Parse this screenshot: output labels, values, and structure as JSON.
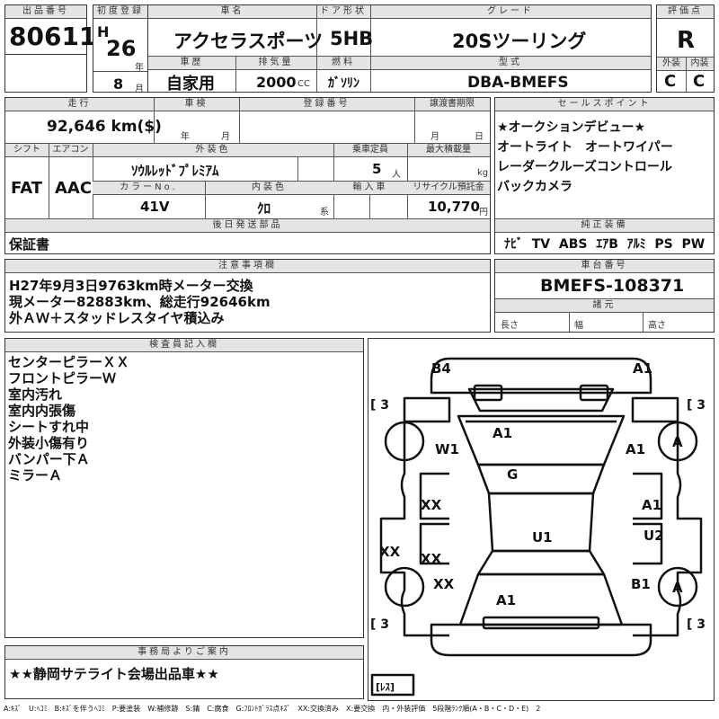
{
  "top": {
    "lot_label": "出品番号",
    "lot_number": "80611",
    "first_reg_label": "初度登録",
    "era": "H",
    "year": "26",
    "year_unit": "年",
    "month": "8",
    "month_unit": "月",
    "car_name_label": "車名",
    "car_name": "アクセラスポーツ",
    "door_label": "ドア形状",
    "door": "5HB",
    "grade_label": "グレード",
    "grade": "20Sツーリング",
    "score_label": "評価点",
    "score": "R",
    "history_label": "車歴",
    "history": "自家用",
    "displacement_label": "排気量",
    "displacement": "2000",
    "displacement_unit": "CC",
    "fuel_label": "燃料",
    "fuel": "ｶﾞｿﾘﾝ",
    "model_label": "型式",
    "model": "DBA-BMEFS",
    "exterior_label": "外装",
    "exterior_grade": "C",
    "interior_label": "内装",
    "interior_grade": "C"
  },
  "mid": {
    "mileage_label": "走行",
    "mileage": "92,646 km($)",
    "inspection_label": "車検",
    "inspection_year_unit": "年",
    "inspection_month_unit": "月",
    "plate_label": "登録番号",
    "transfer_label": "譲渡書期限",
    "transfer_month_unit": "月",
    "transfer_day_unit": "日",
    "shift_label": "シフト",
    "shift": "FAT",
    "ac_label": "エアコン",
    "ac": "AAC",
    "ext_color_label": "外装色",
    "ext_color": "ｿｳﾙﾚｯﾄﾞﾌﾟﾚﾐｱﾑ",
    "color_no_label": "カラーNo.",
    "color_no": "41V",
    "int_color_label": "内装色",
    "int_color": "ｸﾛ",
    "int_color_unit": "系",
    "capacity_label": "乗車定員",
    "capacity": "5",
    "capacity_unit": "人",
    "load_label": "最大積載量",
    "load_unit": "kg",
    "import_label": "輸入車",
    "recycle_label": "リサイクル預託金",
    "recycle": "10,770",
    "recycle_unit": "円",
    "later_label": "後日発送部品",
    "later_items": "保証書",
    "sales_label": "セールスポイント",
    "sales_points": [
      "★オークションデビュー★",
      "オートライト　オートワイパー",
      "レーダークルーズコントロール",
      "バックカメラ"
    ],
    "equipment_label": "純正装備",
    "equipment": [
      "ﾅﾋﾞ",
      "TV",
      "ABS",
      "ｴｱB",
      "ｱﾙﾐ",
      "PS",
      "PW"
    ]
  },
  "notes": {
    "caution_label": "注意事項欄",
    "caution_lines": [
      "H27年9月3日9763km時メーター交換",
      "現メーター82883km、総走行92646km",
      "外ＡＷ＋スタッドレスタイヤ積込み"
    ],
    "chassis_label": "車台番号",
    "chassis": "BMEFS-108371",
    "specs_label": "諸元",
    "length_label": "長さ",
    "width_label": "幅",
    "height_label": "高さ"
  },
  "inspector": {
    "label": "検査員記入欄",
    "lines": [
      "センターピラーＸＸ",
      "フロントピラーＷ",
      "室内汚れ",
      "室内内張傷",
      "シートすれ中",
      "外装小傷有り",
      "バンパー下Ａ",
      "ミラーＡ"
    ]
  },
  "diagram": {
    "B4": "B4",
    "A1_front": "A1",
    "tread_lf": "[ 3",
    "tread_rf": "[ 3",
    "tread_lr": "[ 3",
    "tread_rr": "[ 3",
    "W1": "W1",
    "A1_hood": "A1",
    "A1_rfender": "A1",
    "A_rfwheel": "A",
    "G": "G",
    "XX_lfdoor": "XX",
    "A1_rfdoor": "A1",
    "XX_lsill": "XX",
    "XX_lrdoor": "XX",
    "U1": "U1",
    "U2": "U2",
    "XX_lquarter": "XX",
    "B1": "B1",
    "A_rrwheel": "A",
    "A1_trunk": "A1",
    "spare": "[ﾚｽ]"
  },
  "office": {
    "label": "事務局よりご案内",
    "message": "★★静岡サテライト会場出品車★★"
  },
  "legend": "A:ｷｽﾞ　U:ﾍｺﾐ　B:ｷｽﾞを伴うﾍｺﾐ　P:要塗装　W:補修跡　S:錆　C:腐食　G:ﾌﾛﾝﾄｶﾞﾗｽ点ｷｽﾞ　XX:交換済み　X:要交換　内・外装評価　5段階ﾗﾝｸ順(A・B・C・D・E)　2"
}
